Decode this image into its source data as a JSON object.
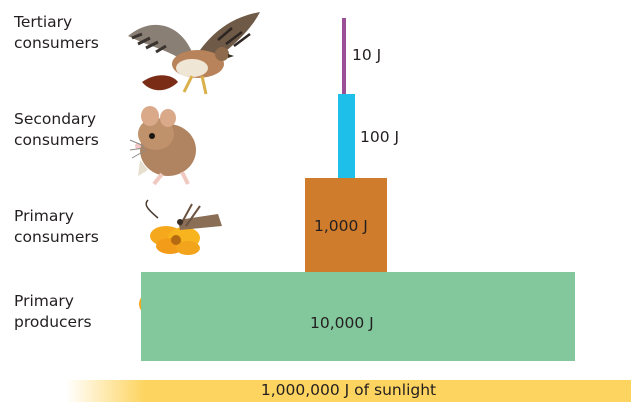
{
  "colors": {
    "tertiary": "#9b4f96",
    "secondary": "#1ec0ea",
    "primary_consumers": "#cf7d2c",
    "producers": "#83c89c",
    "sunlight": "#fdd45f"
  },
  "levels": [
    {
      "label": "Tertiary\nconsumers",
      "energy": "10 J",
      "icon": "hawk-icon"
    },
    {
      "label": "Secondary\nconsumers",
      "energy": "100 J",
      "icon": "mouse-icon"
    },
    {
      "label": "Primary\nconsumers",
      "energy": "1,000 J",
      "icon": "grasshopper-on-flower-icon"
    },
    {
      "label": "Primary\nproducers",
      "energy": "10,000 J",
      "icon": "yellow-flower-icon"
    }
  ],
  "sunlight": "1,000,000 J of sunlight"
}
